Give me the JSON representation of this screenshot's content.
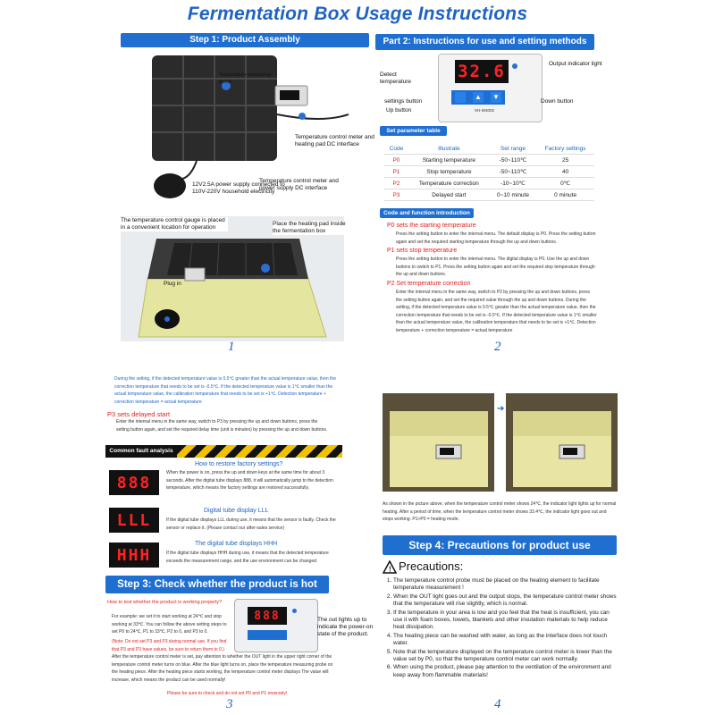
{
  "title": "Fermentation Box Usage Instructions",
  "step1": {
    "banner": "Step 1: Product Assembly",
    "probe_label": "Temperature measuring probe",
    "meter_label": "Temperature control meter and heating pad DC interface",
    "power_label": "12V2.5A power supply connected to 110V-220V household electricity",
    "power_dc_label": "Temperature control meter and power supply DC interface",
    "gauge_label": "The temperature control gauge is placed in a convenient location for operation",
    "pad_label": "Place the heating pad inside the fermentation box",
    "plugin_label": "Plug in",
    "page": "1"
  },
  "part2": {
    "banner": "Part 2: Instructions for use and setting methods",
    "detect_label": "Detect temperature",
    "output_label": "Output indicator light",
    "settings_label": "settings button",
    "up_label": "Up button",
    "down_label": "Down button",
    "display_value": "32.6",
    "device_text": "XH-W3002",
    "table_banner": "Set parameter table",
    "table_headers": [
      "Code",
      "Illustrate",
      "Set range",
      "Factory settings"
    ],
    "table_rows": [
      {
        "code": "P0",
        "illustrate": "Starting temperature",
        "range": "-50~110℃",
        "factory": "25"
      },
      {
        "code": "P1",
        "illustrate": "Stop temperature",
        "range": "-50~110℃",
        "factory": "40"
      },
      {
        "code": "P2",
        "illustrate": "Temperature correction",
        "range": "-10~10℃",
        "factory": "0℃"
      },
      {
        "code": "P3",
        "illustrate": "Delayed start",
        "range": "0~10 minute",
        "factory": "0 minute"
      }
    ],
    "code_banner": "Code and function introduction",
    "p0_title": "P0 sets the starting temperature",
    "p0_text": "Press the setting button to enter the internal menu. The default display is P0. Press the setting button again and set the required starting temperature through the up and down buttons.",
    "p1_title": "P1 sets stop temperature",
    "p1_text": "Press the setting button to enter the internal menu. The digital display is P0. Use the up and down buttons to switch to P1. Press the setting button again and set the required stop temperature through the up and down buttons.",
    "p2_title": "P2 Set temperature correction",
    "p2_text": "Enter the internal menu in the same way, switch to P2 by pressing the up and down buttons, press the setting button again, and set the required value through the up and down buttons. During the setting, if the detected temperature value is 0.5℃ greater than the actual temperature value, then the correction temperature that needs to be set is -0.5℃. If the detected temperature value is 1℃ smaller than the actual temperature value, the calibration temperature that needs to be set is +1℃. Detection temperature + correction temperature = actual temperature",
    "page": "2"
  },
  "page3": {
    "intro": "During the setting, if the detected temperature value is 0.5℃ greater than the actual temperature value, then the correction temperature that needs to be set is -0.5℃. If the detected temperature value is 1℃ smaller than the actual temperature value, the calibration temperature that needs to be set is +1℃. Detection temperature + correction temperature = actual temperature",
    "p3_title": "P3 sets delayed start",
    "p3_text": "Enter the internal menu in the same way, switch to P3 by pressing the up and down buttons, press the setting button again, and set the required delay time (unit is minutes) by pressing the up and down buttons.",
    "fault_banner": "Common fault analysis",
    "fault1_title": "How to restore factory settings?",
    "fault1_display": "888",
    "fault1_text": "When the power is on, press the up and down keys at the same time for about 3 seconds. After the digital tube displays 888, it will automatically jump to the detection temperature, which means the factory settings are restored successfully.",
    "fault2_title": "Digital tube display LLL",
    "fault2_display": "LLL",
    "fault2_text": "If the digital tube displays LLL during use, it means that the sensor is faulty. Check the sensor or replace it. (Please contact our after-sales service)",
    "fault3_title": "The digital tube displays HHH",
    "fault3_display": "HHH",
    "fault3_text": "If the digital tube displays HHH during use, it means that the detected temperature exceeds the measurement range, and the use environment can be changed.",
    "step3_banner": "Step 3: Check whether the product is hot",
    "check_title": "How to test whether the product is working properly?",
    "check_text": "For example: we set it to start working at 24℃ and stop working at 33℃. You can follow the above setting steps to set P0 to 24℃, P1 to 33℃, P2 to 0, and P3 to 0.",
    "check_note": "(Note: Do not set P3 and P3 during normal use. If you find that P3 and P3 have values, be sure to return them to 0.)",
    "check_text2": "After the temperature control meter is set, pay attention to whether the OUT light in the upper right corner of the temperature control meter turns on blue. After the blue light turns on, place the temperature measuring probe on the heating piece. After the heating piece starts working, the temperature control meter displays The value will increase, which means the product can be used normally!",
    "check_warning": "Please be sure to check and do not set P0 and P1 reversely!",
    "step3_display": "888",
    "out_light_label": "The out lights up to indicate the power-on state of the product.",
    "page": "3"
  },
  "page4": {
    "caption": "As shown in the picture above, when the temperature control meter shows 24℃, the indicator light lights up for normal heating. After a period of time, when the temperature control meter shows 33.4℃, the indicator light goes out and stops working. P1>P0 = heating mode.",
    "step4_banner": "Step 4: Precautions for product use",
    "precautions_title": "Precautions:",
    "precautions": [
      "The temperature control probe must be placed on the heating element to facilitate temperature measurement !",
      "When the OUT light goes out and the output stops, the temperature control meter shows that the temperature will rise slightly, which is normal.",
      "If the temperature in your area is low and you feel that the heat is insufficient, you can use it with foam boxes, towels, blankets and other insulation materials to help reduce heat dissipation.",
      "The heating piece can be washed with water, as long as the interface does not touch water.",
      "Note that the temperature displayed on the temperature control meter is lower than the value set by P0, so that the temperature control meter can work normally.",
      "When using the product, please pay attention to the ventilation of the environment and keep away from flammable materials!"
    ],
    "page": "4"
  }
}
